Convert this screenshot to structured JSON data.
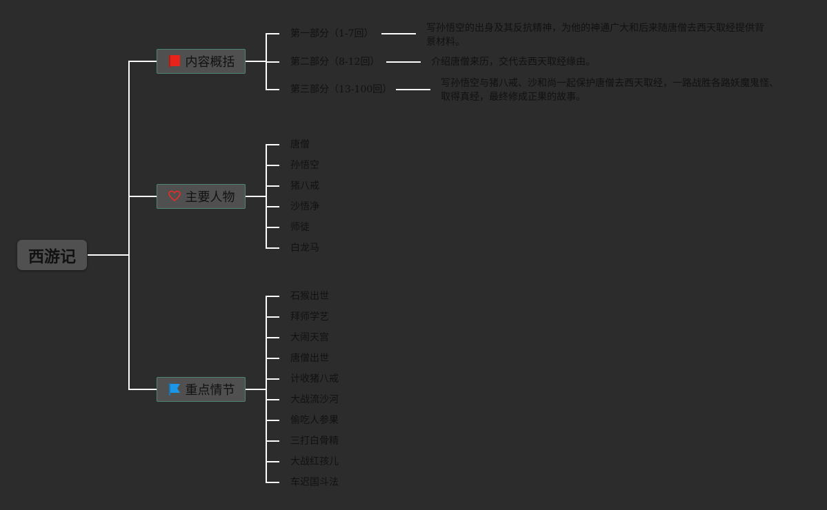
{
  "root": {
    "title": "西游记"
  },
  "branches": [
    {
      "label": "内容概括",
      "icon": "red-flag-icon",
      "items": [
        "第一部分（1-7回）",
        "第二部分（8-12回）",
        "第三部分（13-100回）"
      ],
      "descriptions": [
        "写孙悟空的出身及其反抗精神，为他的神通广大和后来随唐僧去西天取经提供背景材料。",
        "介绍唐僧来历，交代去西天取经缘由。",
        "写孙悟空与猪八戒、沙和尚一起保护唐僧去西天取经，一路战胜各路妖魔鬼怪、取得真经，最终修成正果的故事。"
      ]
    },
    {
      "label": "主要人物",
      "icon": "heart-icon",
      "items": [
        "唐僧",
        "孙悟空",
        "猪八戒",
        "沙悟净",
        "师徒",
        "白龙马"
      ]
    },
    {
      "label": "重点情节",
      "icon": "blue-flag-icon",
      "items": [
        "石猴出世",
        "拜师学艺",
        "大闹天宫",
        "唐僧出世",
        "计收猪八戒",
        "大战流沙河",
        "偷吃人参果",
        "三打白骨精",
        "大战红孩儿",
        "车迟国斗法"
      ]
    }
  ],
  "colors": {
    "background": "#2c2c2c",
    "line": "#ffffff",
    "node": "#505050",
    "node_border": "#4e8579"
  }
}
